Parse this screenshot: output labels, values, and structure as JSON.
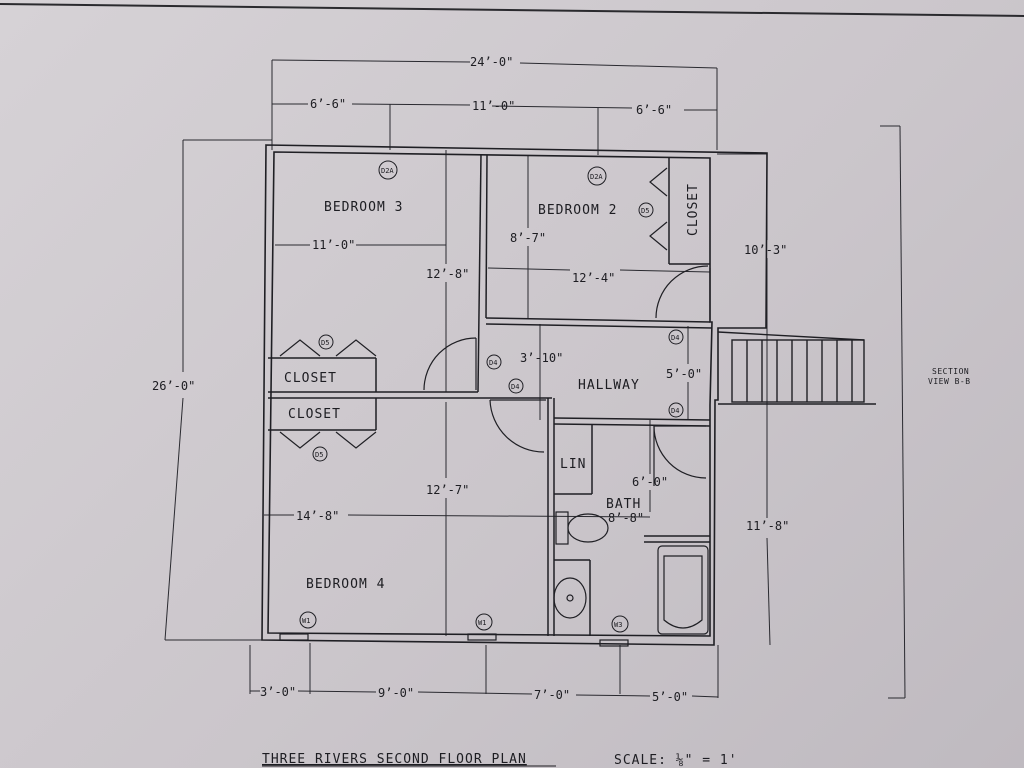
{
  "rooms": {
    "bedroom3": "BEDROOM 3",
    "bedroom2": "BEDROOM 2",
    "bedroom4": "BEDROOM 4",
    "hallway": "HALLWAY",
    "bath": "BATH",
    "linen": "LIN",
    "closet_top": "CLOSET",
    "closet_bottom": "CLOSET",
    "closet_b2": "CLOSET"
  },
  "dimensions": {
    "overall_width": "24’-0\"",
    "overall_depth": "26’-0\"",
    "top_left": "6’-6\"",
    "top_mid": "11’-0\"",
    "top_right": "6’-6\"",
    "br3_width": "11’-0\"",
    "br3_depth": "12’-8\"",
    "br2_depth": "8’-7\"",
    "br2_width": "12’-4\"",
    "hall_width": "3’-10\"",
    "hall_depth": "5’-0\"",
    "br4_depth": "12’-7\"",
    "br4_width": "14’-8\"",
    "bath_depth": "6’-0\"",
    "bath_width": "8’-8\"",
    "right_upper": "10’-3\"",
    "right_lower": "11’-8\"",
    "bottom_1": "3’-0\"",
    "bottom_2": "9’-0\"",
    "bottom_3": "7’-0\"",
    "bottom_4": "5’-0\""
  },
  "tags": {
    "d2a_br3": "D2A",
    "d2a_br2": "D2A",
    "d5_br2": "D5",
    "d5_closet_top": "D5",
    "d5_closet_bottom": "D5",
    "d4_a": "D4",
    "d4_b": "D4",
    "d4_c": "D4",
    "d4_d": "D4",
    "w1_a": "W1",
    "w1_b": "W1",
    "w3": "W3"
  },
  "section_label": [
    "SECTION",
    "VIEW B-B"
  ],
  "title": "THREE RIVERS SECOND FLOOR PLAN",
  "scale": "SCALE: ⅛\" = 1'"
}
